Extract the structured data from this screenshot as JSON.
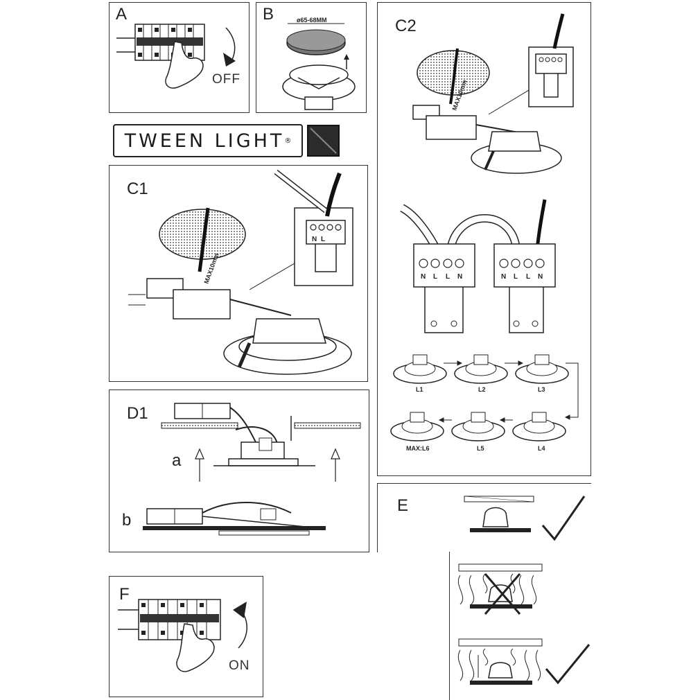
{
  "panels": {
    "a": {
      "label": "A",
      "state": "OFF"
    },
    "b": {
      "label": "B",
      "cutout": "ø65-68MM"
    },
    "c1": {
      "label": "C1",
      "strip": "MAX10mm"
    },
    "c2": {
      "label": "C2",
      "strip": "MAX10mm"
    },
    "d1": {
      "label": "D1",
      "step_a": "a",
      "step_b": "b"
    },
    "e": {
      "label": "E"
    },
    "f": {
      "label": "F",
      "state": "ON"
    }
  },
  "brand": {
    "name": "TWEEN LIGHT",
    "mark": "®"
  },
  "terminals": {
    "n": "N",
    "l": "L"
  },
  "chain": {
    "lamps": [
      "L1",
      "L2",
      "L3",
      "L4",
      "L5",
      "MAX:L6"
    ]
  }
}
